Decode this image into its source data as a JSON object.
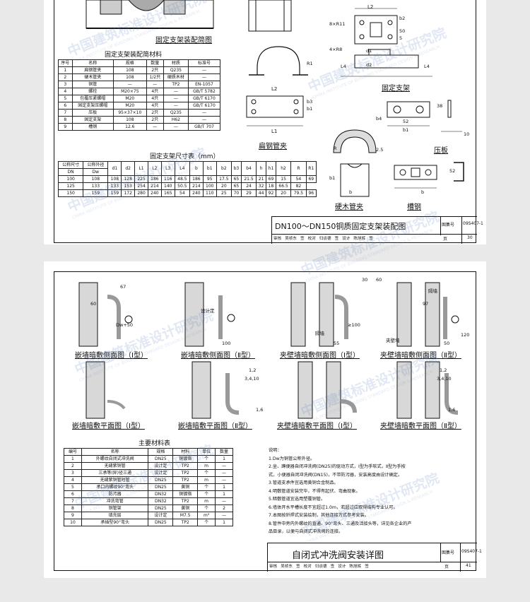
{
  "sheet1": {
    "top_caption": "固定支架装配简图",
    "mat_table": {
      "title": "固定支架装配简材料",
      "headers": [
        "序号",
        "名称",
        "规格",
        "数量",
        "材质",
        "标准号"
      ],
      "rows": [
        [
          "1",
          "扁钢管夹",
          "108",
          "2只",
          "Q235",
          "—"
        ],
        [
          "2",
          "硬木管夹",
          "108",
          "1/2只",
          "硬质木材",
          "—"
        ],
        [
          "3",
          "铜管",
          "—",
          "—",
          "TP2",
          "EN-1057"
        ],
        [
          "4",
          "螺栓",
          "M20×75",
          "4只",
          "—",
          "GB/T 5782"
        ],
        [
          "5",
          "包覆压紧螺帽",
          "M20",
          "4只",
          "—",
          "GB/T 6170"
        ],
        [
          "6",
          "固定支架压螺帽",
          "M20",
          "4只",
          "—",
          "GB/T 6170"
        ],
        [
          "7",
          "压板",
          "95×37×10",
          "2只",
          "Q235",
          "—"
        ],
        [
          "8",
          "固定支架",
          "108",
          "2只",
          "H62",
          "—"
        ],
        [
          "9",
          "槽钢",
          "12.6",
          "—",
          "—",
          "GB/T 707"
        ]
      ]
    },
    "dim_table": {
      "title": "固定支架尺寸表（mm）",
      "head1": [
        "公称尺寸",
        "公称外径"
      ],
      "head2": [
        "DN",
        "Dw"
      ],
      "cols": [
        "d1",
        "d2",
        "L1",
        "L2",
        "L3",
        "L4",
        "b",
        "b1",
        "b2",
        "b3",
        "b4",
        "h",
        "h1",
        "h2",
        "R",
        "R1"
      ],
      "rows": [
        [
          "100",
          "108",
          "108",
          "128",
          "225",
          "186",
          "116",
          "48.5",
          "186",
          "95",
          "17.5",
          "65",
          "21.5",
          "21",
          "69",
          "15",
          "54",
          "69"
        ],
        [
          "125",
          "133",
          "133",
          "153",
          "254",
          "214",
          "140",
          "50.5",
          "214",
          "100",
          "20",
          "65",
          "24",
          "32",
          "18",
          "66.5",
          "82"
        ],
        [
          "150",
          "159",
          "159",
          "172",
          "280",
          "240",
          "165",
          "54",
          "240",
          "110",
          "25",
          "70",
          "29",
          "44",
          "92",
          "20",
          "79.5",
          "96"
        ]
      ]
    },
    "labels": {
      "fixed_support": "固定支架",
      "flat_clamp": "扁钢管夹",
      "press_plate": "压板",
      "wood_clamp": "硬木管夹",
      "channel": "槽钢",
      "dim_L2": "L2",
      "dim_L1": "L1",
      "dim_L4": "L4",
      "dim_d1": "d1",
      "dim_d2": "d2",
      "dim_b": "b",
      "dim_b1": "b1",
      "dim_b2": "b2",
      "dim_b3": "b3",
      "dim_b4": "b4",
      "dim_h": "h",
      "dim_R1": "R1",
      "dim_R": "R",
      "dim_8xR11": "8×R11",
      "dim_4xR8": "4×R8",
      "dim_50": "50",
      "dim_5": "5",
      "dim_38": "38",
      "dim_52": "52",
      "dim_10": "10",
      "dim_25": "2.5",
      "dim_52b": "52"
    },
    "title_block": {
      "title": "DN100～DN150铜质固定支架装配图",
      "atlas_label": "图集号",
      "atlas_no": "09S407-1",
      "page_label": "页",
      "page_no": "30",
      "sig": [
        "审核",
        "吴祯东",
        "签",
        "校对",
        "归谈德",
        "签",
        "设计",
        "陈旭辉",
        "签"
      ]
    }
  },
  "sheet2": {
    "captions": [
      "嵌墙暗敷侧面图（Ⅰ型）",
      "嵌墙暗敷侧面图（Ⅱ型）",
      "夹壁墙暗敷侧面图（Ⅰ型）",
      "夹壁墙暗敷侧面图（Ⅱ型）",
      "嵌墙暗敷平面图（Ⅰ型）",
      "嵌墙暗敷平面图（Ⅱ型）",
      "夹壁墙暗敷平面图（Ⅰ型）",
      "夹壁墙暗敷平面图（Ⅱ型）"
    ],
    "fig_labels": {
      "dim_67": "67",
      "dim_60": "60",
      "dim_dw50": "Dw+50",
      "dim_100": "100",
      "dim_100b": "≥100",
      "dim_30_60": "30",
      "dim_60b": "60",
      "dim_97": "97",
      "dim_120": "120",
      "dim_55": "55",
      "dim_50": "50",
      "design": "设计定",
      "partition": "隔墙",
      "fire_wall": "夹壁墙",
      "n12": "1,2",
      "n3410": "3,4,10",
      "n16": "1,6",
      "n12b": "1,2"
    },
    "mat_table": {
      "title": "主要材料表",
      "headers": [
        "编号",
        "名称",
        "规格",
        "材料",
        "单位",
        "数量"
      ],
      "rows": [
        [
          "1",
          "外螺纹自闭式冲洗阀",
          "DN25",
          "铜镀铬",
          "个",
          "1"
        ],
        [
          "2",
          "无缝紫铜管",
          "设计定",
          "TP2",
          "m",
          "—"
        ],
        [
          "3",
          "三承等(异)径三通",
          "设计定",
          "TP2",
          "个",
          "—"
        ],
        [
          "4",
          "无缝紫铜管短管",
          "DN25",
          "TP2",
          "m",
          "—"
        ],
        [
          "5",
          "承口内螺纹90°弯头",
          "DN25",
          "黄铜",
          "个",
          "1"
        ],
        [
          "6",
          "防污器",
          "DN32",
          "铜镀铬",
          "个",
          "1"
        ],
        [
          "7",
          "冲洗弯管",
          "DN32",
          "TP2",
          "m",
          "—"
        ],
        [
          "8",
          "铜管架",
          "DN25",
          "黄铜",
          "个",
          "2"
        ],
        [
          "9",
          "填充层",
          "设计定",
          "M7.5",
          "m³",
          "—"
        ],
        [
          "10",
          "承插型90°弯头",
          "DN25",
          "TP2",
          "个",
          "1"
        ]
      ]
    },
    "notes": [
      "说明：",
      "1.Dw为铜管公称外径。",
      "2.坐、蹲便器自闭冲洗阀(DN25)的驱动方式，Ⅰ型为手软式，Ⅱ型为手按",
      "  式，小便器自闭冲洗阀(DN15)，不带防污器，安装高度由设计确定。",
      "3.管道支承件宜选用黄铜合金制品。",
      "4.明敷管道安装完毕，不得有起伏、弯曲现象。",
      "5.暗敷管道宜选用塑覆铜管。",
      "6.墙体开水平槽长度不宜超过1.0m，若超过应取得结构专业认可。",
      "7.本图按釺焊式安装绘制，其他连接方式参考安装。",
      "8.管件中旁内外螺纹的直通、90°弯头、三通及活接头等，详见各企业的产",
      "  品目录，以便与自闭式冲洗阀的连接。"
    ],
    "title_block": {
      "title": "自闭式冲洗阀安装详图",
      "atlas_label": "图集号",
      "atlas_no": "09S407-1",
      "page_label": "页",
      "page_no": "41",
      "sig": [
        "审核",
        "吴祯东",
        "签",
        "校对",
        "归谈德",
        "签",
        "设计",
        "陈旭辉",
        "签"
      ]
    }
  },
  "watermark": {
    "text": "中国建筑标准设计研究院",
    "sub": "CHINA INSTITUTE OF BUILDING STANDARD DESIGN & RESEARCH"
  }
}
